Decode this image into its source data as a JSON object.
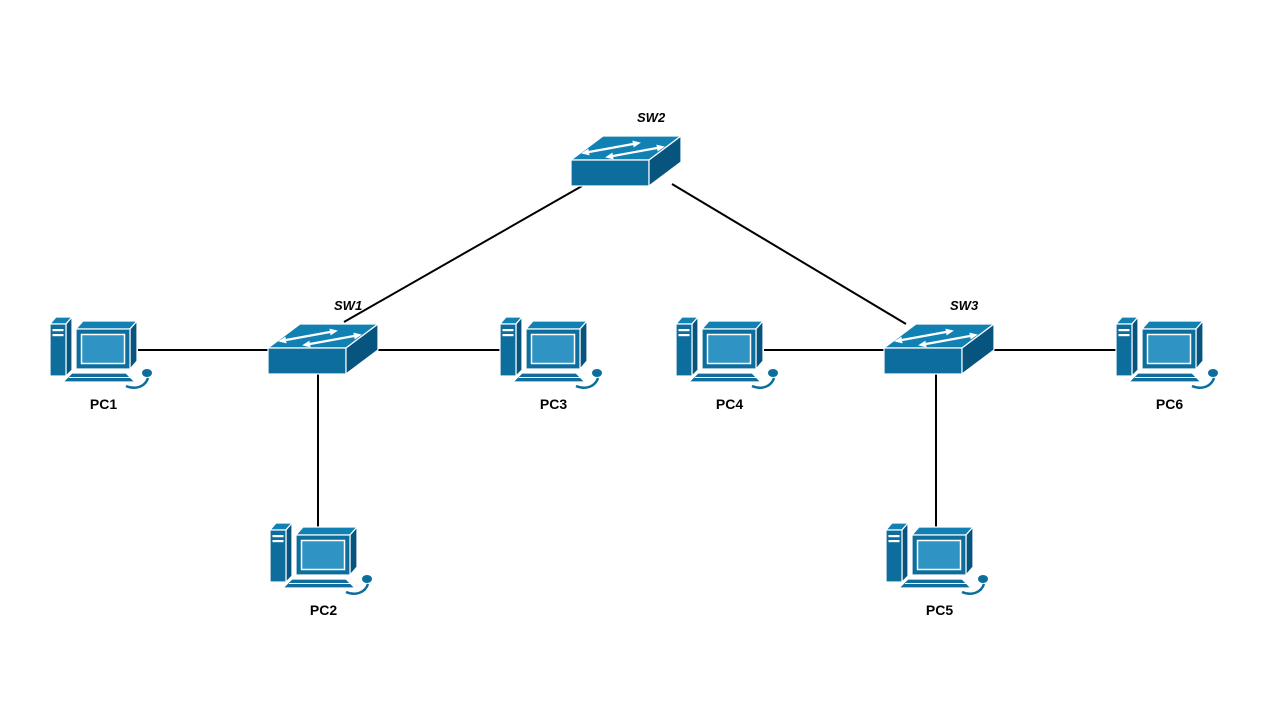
{
  "diagram": {
    "type": "network-topology",
    "nodes": [
      {
        "id": "SW1",
        "type": "switch",
        "label": "SW1"
      },
      {
        "id": "SW2",
        "type": "switch",
        "label": "SW2"
      },
      {
        "id": "SW3",
        "type": "switch",
        "label": "SW3"
      },
      {
        "id": "PC1",
        "type": "pc",
        "label": "PC1"
      },
      {
        "id": "PC2",
        "type": "pc",
        "label": "PC2"
      },
      {
        "id": "PC3",
        "type": "pc",
        "label": "PC3"
      },
      {
        "id": "PC4",
        "type": "pc",
        "label": "PC4"
      },
      {
        "id": "PC5",
        "type": "pc",
        "label": "PC5"
      },
      {
        "id": "PC6",
        "type": "pc",
        "label": "PC6"
      }
    ],
    "connections": [
      {
        "from": "SW1",
        "to": "SW2"
      },
      {
        "from": "SW2",
        "to": "SW3"
      },
      {
        "from": "PC1",
        "to": "SW1"
      },
      {
        "from": "SW1",
        "to": "PC3"
      },
      {
        "from": "SW1",
        "to": "PC2"
      },
      {
        "from": "PC4",
        "to": "SW3"
      },
      {
        "from": "SW3",
        "to": "PC6"
      },
      {
        "from": "SW3",
        "to": "PC5"
      }
    ],
    "colors": {
      "device_primary": "#0d6d9d",
      "device_top": "#1181b3",
      "device_dark": "#07557e",
      "screen": "#2f93c4",
      "link": "#000000",
      "label": "#000000",
      "background": "#ffffff"
    }
  }
}
